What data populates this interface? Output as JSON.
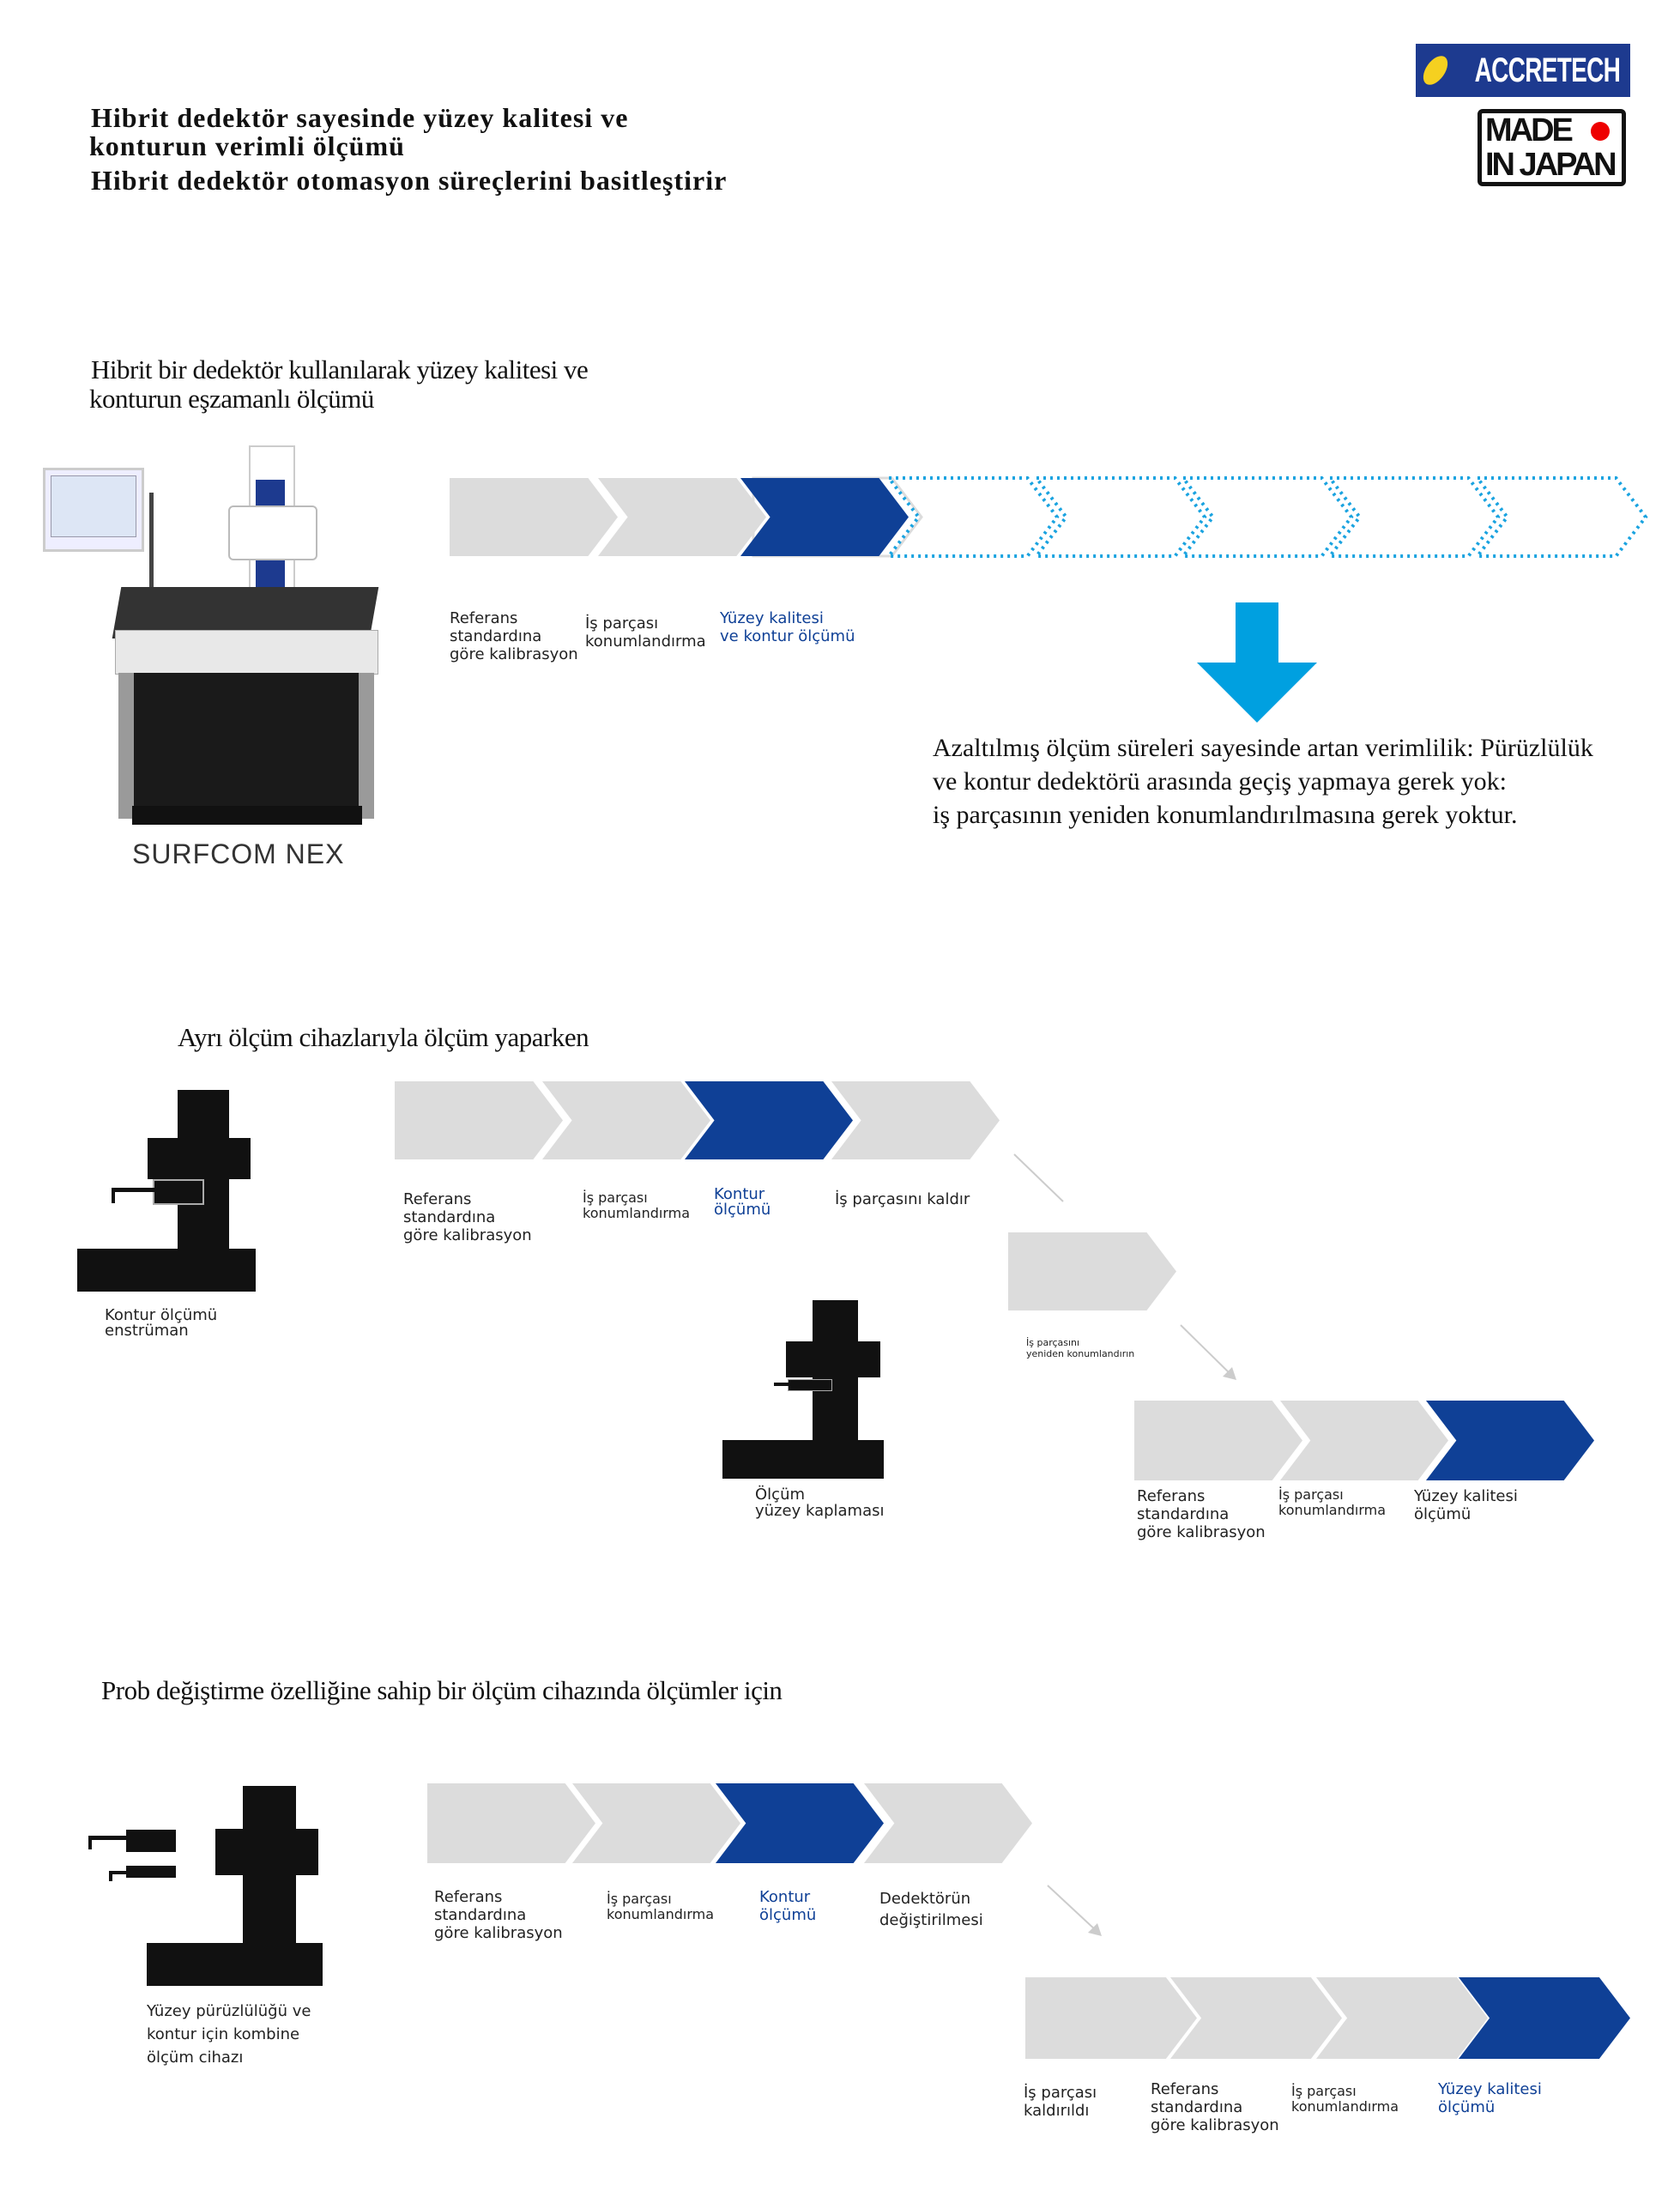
{
  "header": {
    "title_lines": [
      "Hibrit  dedektör  sayesinde  yüzey  kalitesi  ve",
      "konturun  verimli  ölçümü",
      "Hibrit  dedektör  otomasyon  süreçlerini  basitleştirir"
    ],
    "logo_accretech": "ACCRETECH",
    "logo_made_in_japan": [
      "MADE",
      "IN JAPAN"
    ]
  },
  "colors": {
    "accent_blue": "#0f4096",
    "step_gray": "#dcdcdc",
    "highlight_arrow": "#00a0e0",
    "dotted": "#1aa3e0"
  },
  "section1": {
    "heading_lines": [
      "Hibrit bir dedektör  kullanılarak yüzey kalitesi ve",
      "konturun eşzamanlı ölçümü"
    ],
    "product_name": "SURFCOM NEX",
    "steps": [
      {
        "label": "Referans\nstandardına\ngöre kalibrasyon",
        "state": "gray"
      },
      {
        "label": "İş parçası\nkonumlandırma",
        "state": "gray"
      },
      {
        "label": "Yüzey kalitesi\nve kontur ölçümü",
        "state": "blue"
      }
    ],
    "trailing_chevrons": [
      "outline",
      "dotted",
      "dotted",
      "dotted",
      "dotted",
      "dotted"
    ],
    "arrow_icon": "arrow-down-icon",
    "benefit_lines": [
      "Azaltılmış ölçüm süreleri sayesinde artan verimlilik: Pürüzlülük",
      "ve kontur dedektörü arasında geçiş yapmaya gerek yok:",
      "iş parçasının yeniden konumlandırılmasına gerek yoktur."
    ]
  },
  "section2": {
    "heading": "Ayrı ölçüm cihazlarıyla ölçüm yaparken",
    "instrument1_label": "Kontur ölçümü\nenstrüman",
    "instrument2_label": "Ölçüm\nyüzey kaplaması",
    "row1": [
      {
        "label": "Referans\nstandardına\ngöre kalibrasyon",
        "state": "gray"
      },
      {
        "label": "İş parçası\nkonumlandırma",
        "state": "gray"
      },
      {
        "label": "Kontur\nölçümü",
        "state": "blue"
      },
      {
        "label": "İş parçasını kaldır",
        "state": "gray"
      }
    ],
    "reposition": {
      "label": "İş parçasını\nyeniden konumlandırın",
      "state": "gray"
    },
    "row2": [
      {
        "label": "Referans\nstandardına\ngöre kalibrasyon",
        "state": "gray"
      },
      {
        "label": "İş parçası\nkonumlandırma",
        "state": "gray"
      },
      {
        "label": "Yüzey kalitesi\nölçümü",
        "state": "blue"
      }
    ]
  },
  "section3": {
    "heading": "Prob değiştirme özelliğine sahip bir ölçüm cihazında ölçümler için",
    "instrument_label": "Yüzey pürüzlülüğü ve\nkontur için kombine\nölçüm cihazı",
    "row1": [
      {
        "label": "Referans\nstandardına\ngöre kalibrasyon",
        "state": "gray"
      },
      {
        "label": "İş parçası\nkonumlandırma",
        "state": "gray"
      },
      {
        "label": "Kontur\nölçümü",
        "state": "blue"
      },
      {
        "label": "Dedektörün\ndeğiştirilmesi",
        "state": "gray"
      }
    ],
    "row2": [
      {
        "label": "İş parçası\nkaldırıldı",
        "state": "gray"
      },
      {
        "label": "Referans\nstandardına\ngöre kalibrasyon",
        "state": "gray"
      },
      {
        "label": "İş parçası\nkonumlandırma",
        "state": "gray"
      },
      {
        "label": "Yüzey kalitesi\nölçümü",
        "state": "blue"
      }
    ]
  }
}
